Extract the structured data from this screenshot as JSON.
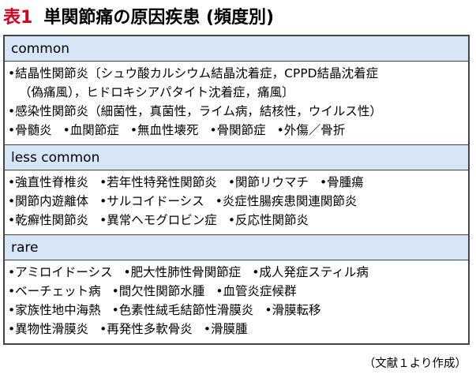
{
  "title": {
    "label": "表1",
    "text": "単関節痛の原因疾患 (頻度別)"
  },
  "sections": [
    {
      "header": "common",
      "lines": [
        {
          "items": [
            "•結晶性関節炎〔シュウ酸カルシウム結晶沈着症，CPPD結晶沈着症"
          ]
        },
        {
          "indent": true,
          "items": [
            "（偽痛風），ヒドロキシアパタイト沈着症，痛風〕"
          ]
        },
        {
          "items": [
            "•感染性関節炎（細菌性，真菌性，ライム病，結核性，ウイルス性）"
          ]
        },
        {
          "items": [
            "•骨髄炎",
            "•血関節症",
            "•無血性壊死",
            "•骨関節症",
            "•外傷／骨折"
          ]
        }
      ]
    },
    {
      "header": "less common",
      "lines": [
        {
          "items": [
            "•強直性脊椎炎",
            "•若年性特発性関節炎",
            "•関節リウマチ",
            "•骨腫瘍"
          ]
        },
        {
          "items": [
            "•関節内遊離体",
            "•サルコイドーシス",
            "•炎症性腸疾患関連関節炎"
          ]
        },
        {
          "items": [
            "•乾癬性関節炎",
            "•異常ヘモグロビン症",
            "•反応性関節炎"
          ]
        }
      ]
    },
    {
      "header": "rare",
      "lines": [
        {
          "items": [
            "•アミロイドーシス",
            "•肥大性肺性骨関節症",
            "•成人発症スティル病"
          ]
        },
        {
          "items": [
            "•ベーチェット病",
            "•間欠性関節水腫",
            "•血管炎症候群"
          ]
        },
        {
          "items": [
            "•家族性地中海熱",
            "•色素性絨毛結節性滑膜炎",
            "•滑膜転移"
          ]
        },
        {
          "items": [
            "•異物性滑膜炎",
            "•再発性多軟骨炎",
            "•滑膜腫"
          ]
        }
      ]
    }
  ],
  "source": "（文献１より作成）"
}
